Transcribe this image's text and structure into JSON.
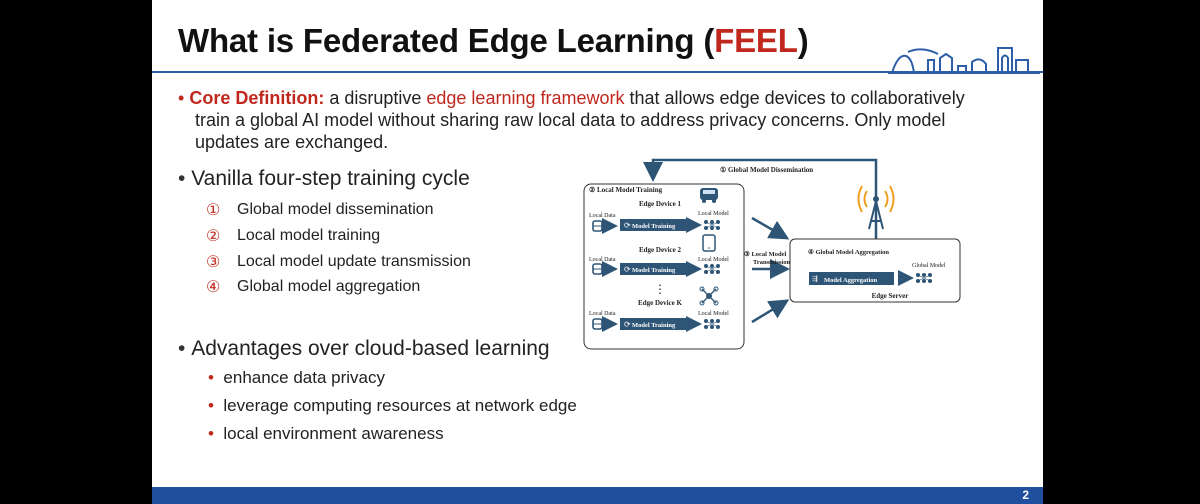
{
  "slide": {
    "title_main": "What is Federated Edge Learning (",
    "title_accent": "FEEL",
    "title_end": ")",
    "page_number": "2"
  },
  "definition": {
    "label": "Core Definition:",
    "pre": " a disruptive ",
    "highlight": "edge learning framework",
    "post": " that allows edge devices to collaboratively",
    "line2": "train a global AI model without sharing raw local data to address privacy concerns. Only model",
    "line3": "updates are exchanged."
  },
  "cycle": {
    "heading": "Vanilla four-step training cycle",
    "steps": [
      {
        "num": "①",
        "label": "Global model dissemination"
      },
      {
        "num": "②",
        "label": "Local model training"
      },
      {
        "num": "③",
        "label": "Local model update transmission"
      },
      {
        "num": "④",
        "label": "Global model aggregation"
      }
    ]
  },
  "advantages": {
    "heading": "Advantages over cloud-based learning",
    "items": [
      "enhance data privacy",
      "leverage computing resources at network edge",
      "local environment awareness"
    ]
  },
  "diagram": {
    "dissemination": "① Global Model Dissemination",
    "local_training": "② Local Model Training",
    "transmission_1": "③ Local Model",
    "transmission_2": "Transmission",
    "aggregation_title": "④ Global Model Aggregation",
    "aggregation_box": "Model Aggregation",
    "global_model": "Global Model",
    "edge_server": "Edge Server",
    "local_data": "Local Data",
    "local_model": "Local Model",
    "model_training": "Model Training",
    "dots": "⋮",
    "devices": [
      {
        "label": "Edge Device 1"
      },
      {
        "label": "Edge Device 2"
      },
      {
        "label": "Edge Device K"
      }
    ]
  }
}
